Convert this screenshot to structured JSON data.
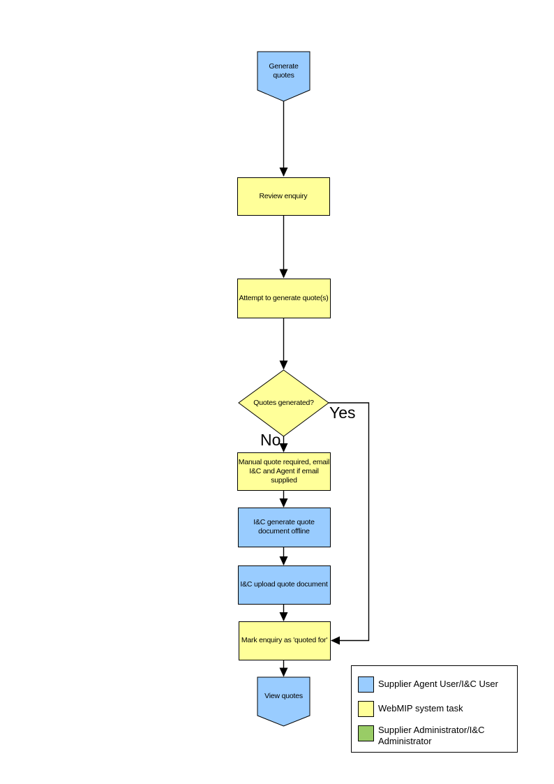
{
  "diagram": {
    "title_implicit": "Generate quotes flowchart",
    "nodes": {
      "generate_quotes": {
        "label": "Generate quotes",
        "shape": "off-page-connector",
        "fill": "#99CCFF"
      },
      "review_enquiry": {
        "label": "Review enquiry",
        "shape": "process",
        "fill": "#FFFF99"
      },
      "attempt_generate": {
        "label": "Attempt to generate quote(s)",
        "shape": "process",
        "fill": "#FFFF99"
      },
      "quotes_generated": {
        "label": "Quotes generated?",
        "shape": "decision",
        "fill": "#FFFF99"
      },
      "manual_quote": {
        "label": "Manual quote required, email I&C and Agent if email supplied",
        "shape": "process",
        "fill": "#FFFF99"
      },
      "ic_generate_offline": {
        "label": "I&C generate quote document offline",
        "shape": "process",
        "fill": "#99CCFF"
      },
      "ic_upload_quote": {
        "label": "I&C upload quote document",
        "shape": "process",
        "fill": "#99CCFF"
      },
      "mark_enquiry": {
        "label": "Mark enquiry as 'quoted for'",
        "shape": "process",
        "fill": "#FFFF99"
      },
      "view_quotes": {
        "label": "View quotes",
        "shape": "off-page-connector",
        "fill": "#99CCFF"
      }
    },
    "branch_labels": {
      "yes": "Yes",
      "no": "No"
    },
    "edges": [
      "generate_quotes -> review_enquiry",
      "review_enquiry -> attempt_generate",
      "attempt_generate -> quotes_generated",
      "quotes_generated -No-> manual_quote",
      "manual_quote -> ic_generate_offline",
      "ic_generate_offline -> ic_upload_quote",
      "ic_upload_quote -> mark_enquiry",
      "quotes_generated -Yes-> mark_enquiry",
      "mark_enquiry -> view_quotes"
    ]
  },
  "legend": {
    "items": [
      {
        "label": "Supplier Agent User/I&C User",
        "color": "#99CCFF"
      },
      {
        "label": "WebMIP system task",
        "color": "#FFFF99"
      },
      {
        "label": "Supplier Administrator/I&C Administrator",
        "color": "#99CC66"
      }
    ]
  },
  "colors": {
    "node_blue": "#99CCFF",
    "node_yellow": "#FFFF99",
    "legend_green": "#99CC66",
    "line": "#000000",
    "background": "#FFFFFF"
  }
}
